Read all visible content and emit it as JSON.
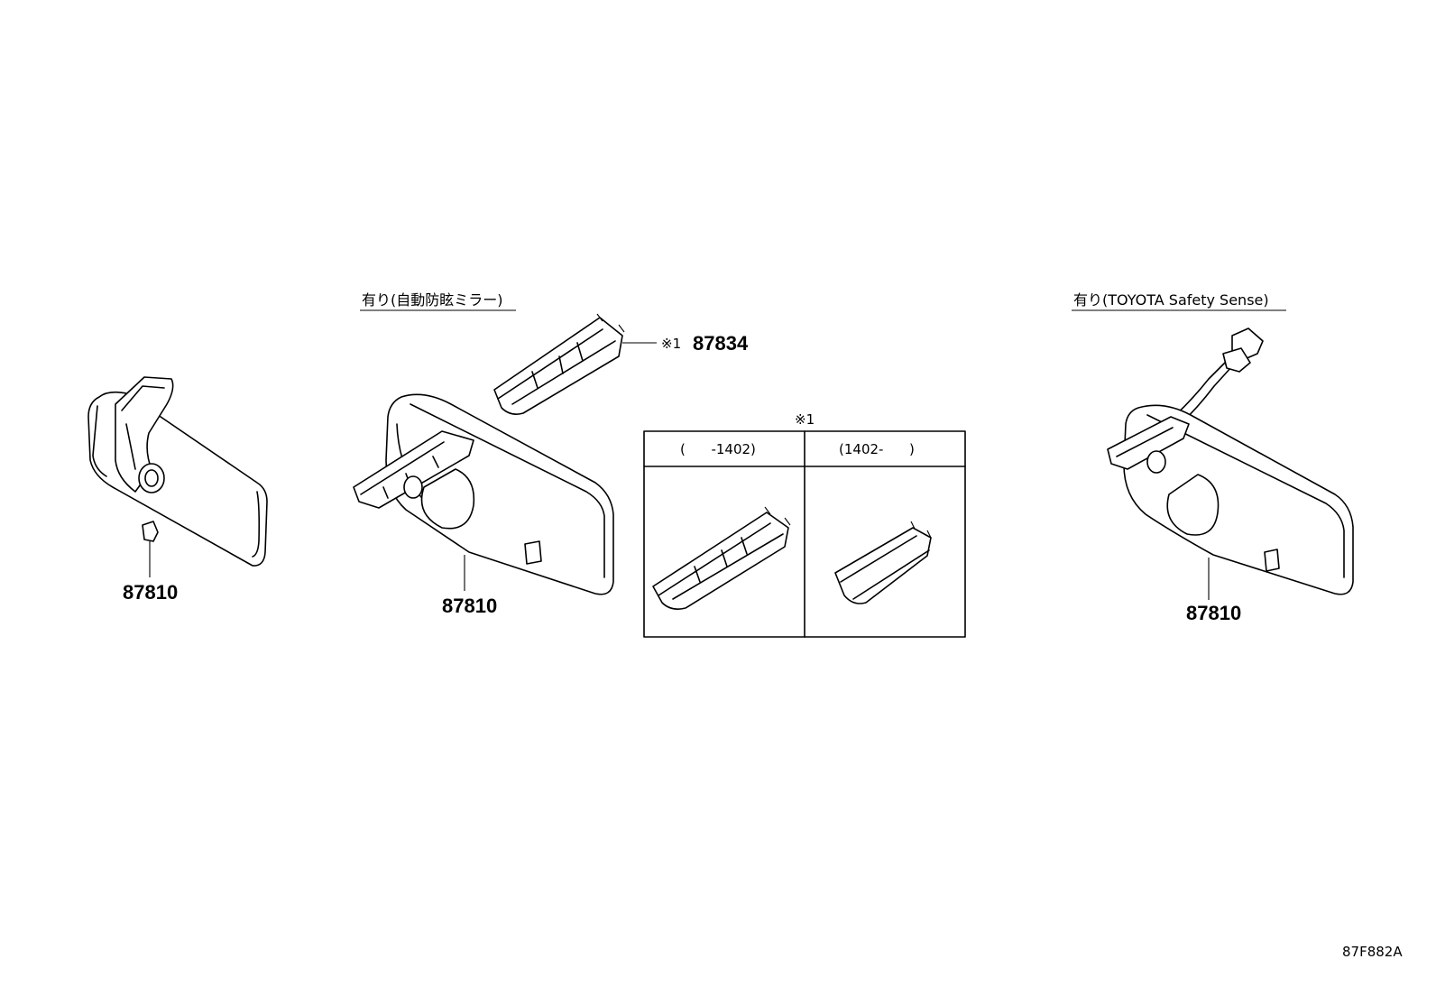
{
  "diagram": {
    "code": "87F882A",
    "groups": [
      {
        "caption": "",
        "part_number": "87810"
      },
      {
        "caption": "有り(自動防眩ミラー)",
        "part_number": "87810",
        "callout_mark": "※1",
        "callout_part_number": "87834"
      },
      {
        "caption": "有り(TOYOTA Safety Sense)",
        "part_number": "87810"
      }
    ],
    "inset": {
      "mark": "※1",
      "columns": [
        {
          "range_label": "(      -1402)"
        },
        {
          "range_label": "(1402-      )"
        }
      ]
    }
  }
}
